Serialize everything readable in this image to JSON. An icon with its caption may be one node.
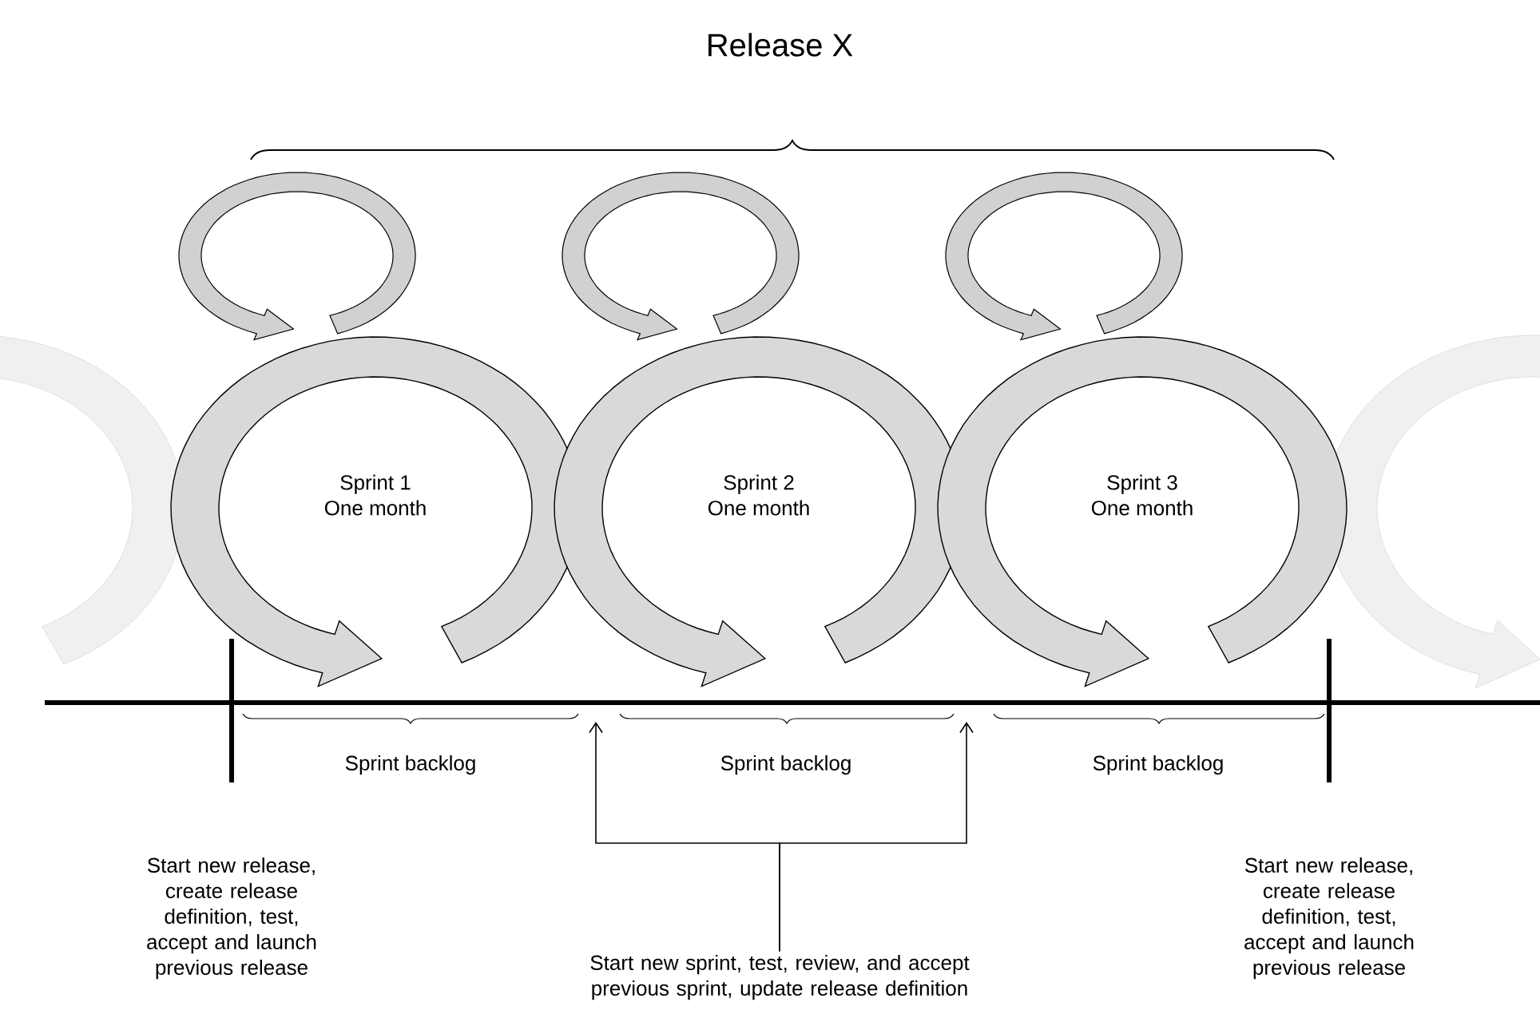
{
  "diagram": {
    "title": "Release X",
    "nodes": [
      {
        "text": [
          "Sprint 1",
          "One month"
        ]
      },
      {
        "text": [
          "Sprint 2",
          "One month"
        ]
      },
      {
        "text": [
          "Sprint 3",
          "One month"
        ]
      },
      {
        "text": [
          "Start new  sprint, test, review, and accept previous sprint, update  release definition"
        ]
      }
    ],
    "edges": [
      {
        "from": 3,
        "to": null,
        "arrow": "to"
      },
      {
        "from": 3,
        "to": null,
        "arrow": "to"
      }
    ],
    "labels": [
      "Sprint backlog",
      "Sprint backlog",
      "Sprint backlog",
      "Start new release, create release definition, test, accept and launch previous release",
      "Start new release, create release definition, test, accept and launch previous release"
    ]
  }
}
